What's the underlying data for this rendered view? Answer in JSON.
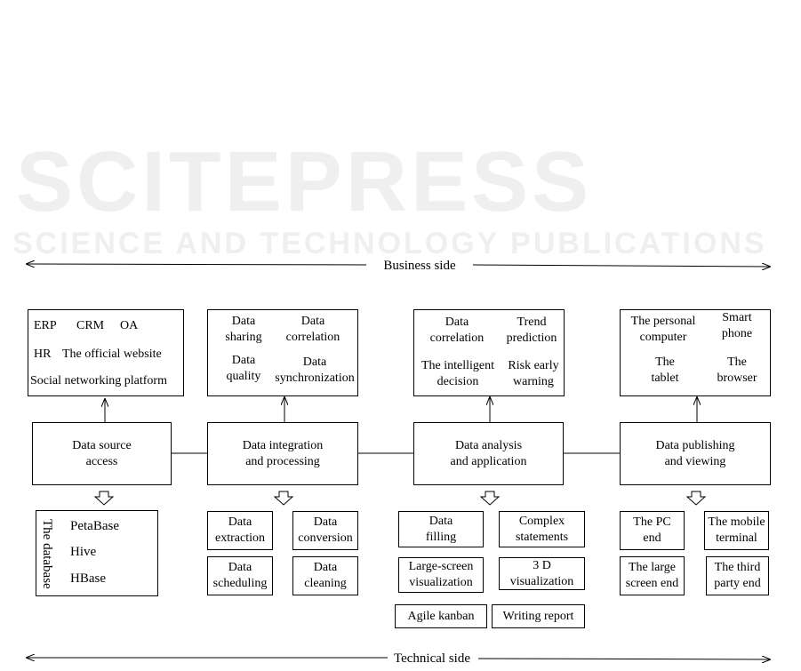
{
  "watermark": {
    "line1": "SCITEPRESS",
    "line2": "SCIENCE AND TECHNOLOGY PUBLICATIONS"
  },
  "axis": {
    "top": "Business side",
    "bottom": "Technical side"
  },
  "top_boxes": {
    "source": {
      "erp": "ERP",
      "crm": "CRM",
      "oa": "OA",
      "hr": "HR",
      "website": "The official website",
      "social": "Social networking platform"
    },
    "integration": {
      "sharing_1": "Data",
      "sharing_2": "sharing",
      "correlation_1": "Data",
      "correlation_2": "correlation",
      "quality_1": "Data",
      "quality_2": "quality",
      "sync_1": "Data",
      "sync_2": "synchronization"
    },
    "analysis": {
      "correlation_1": "Data",
      "correlation_2": "correlation",
      "trend_1": "Trend",
      "trend_2": "prediction",
      "intelligent_1": "The intelligent",
      "intelligent_2": "decision",
      "risk_1": "Risk early",
      "risk_2": "warning"
    },
    "publishing": {
      "pc_1": "The personal",
      "pc_2": "computer",
      "phone_1": "Smart",
      "phone_2": "phone",
      "tablet_1": "The",
      "tablet_2": "tablet",
      "browser_1": "The",
      "browser_2": "browser"
    }
  },
  "main_boxes": {
    "source_1": "Data source",
    "source_2": "access",
    "integration_1": "Data integration",
    "integration_2": "and processing",
    "analysis_1": "Data analysis",
    "analysis_2": "and application",
    "publishing_1": "Data publishing",
    "publishing_2": "and viewing"
  },
  "bottom": {
    "database": {
      "label": "The database",
      "items": [
        "PetaBase",
        "Hive",
        "HBase"
      ]
    },
    "integration": {
      "extraction_1": "Data",
      "extraction_2": "extraction",
      "conversion_1": "Data",
      "conversion_2": "conversion",
      "scheduling_1": "Data",
      "scheduling_2": "scheduling",
      "cleaning_1": "Data",
      "cleaning_2": "cleaning"
    },
    "analysis": {
      "filling_1": "Data",
      "filling_2": "filling",
      "complex_1": "Complex",
      "complex_2": "statements",
      "large_1": "Large-screen",
      "large_2": "visualization",
      "threed_1": "3 D",
      "threed_2": "visualization",
      "kanban": "Agile kanban",
      "report": "Writing report"
    },
    "publishing": {
      "pc_1": "The PC",
      "pc_2": "end",
      "mobile_1": "The mobile",
      "mobile_2": "terminal",
      "large_1": "The large",
      "large_2": "screen end",
      "third_1": "The third",
      "third_2": "party end"
    }
  }
}
